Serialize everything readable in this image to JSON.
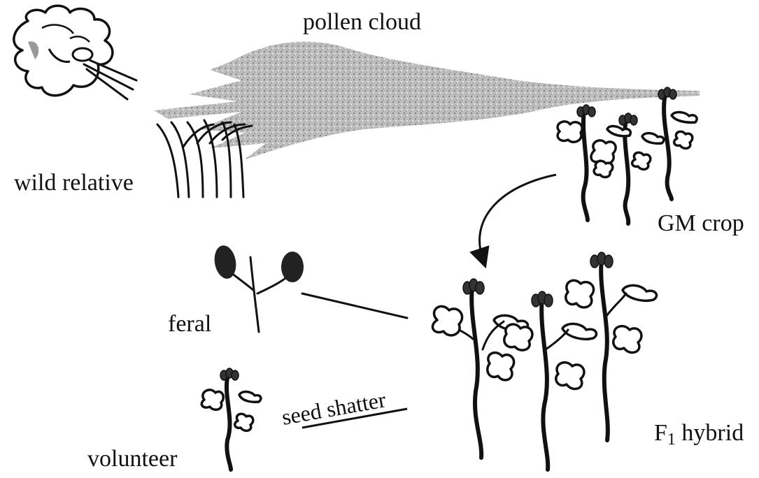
{
  "labels": {
    "pollen_cloud": "pollen cloud",
    "wild_relative": "wild relative",
    "gm_crop": "GM crop",
    "feral": "feral",
    "volunteer": "volunteer",
    "seed_shatter": "seed shatter",
    "f1_hybrid_prefix": "F",
    "f1_hybrid_sub": "1",
    "f1_hybrid_suffix": " hybrid"
  },
  "colors": {
    "ink": "#111111",
    "pollen": "#a8a8a8",
    "background": "#ffffff"
  }
}
